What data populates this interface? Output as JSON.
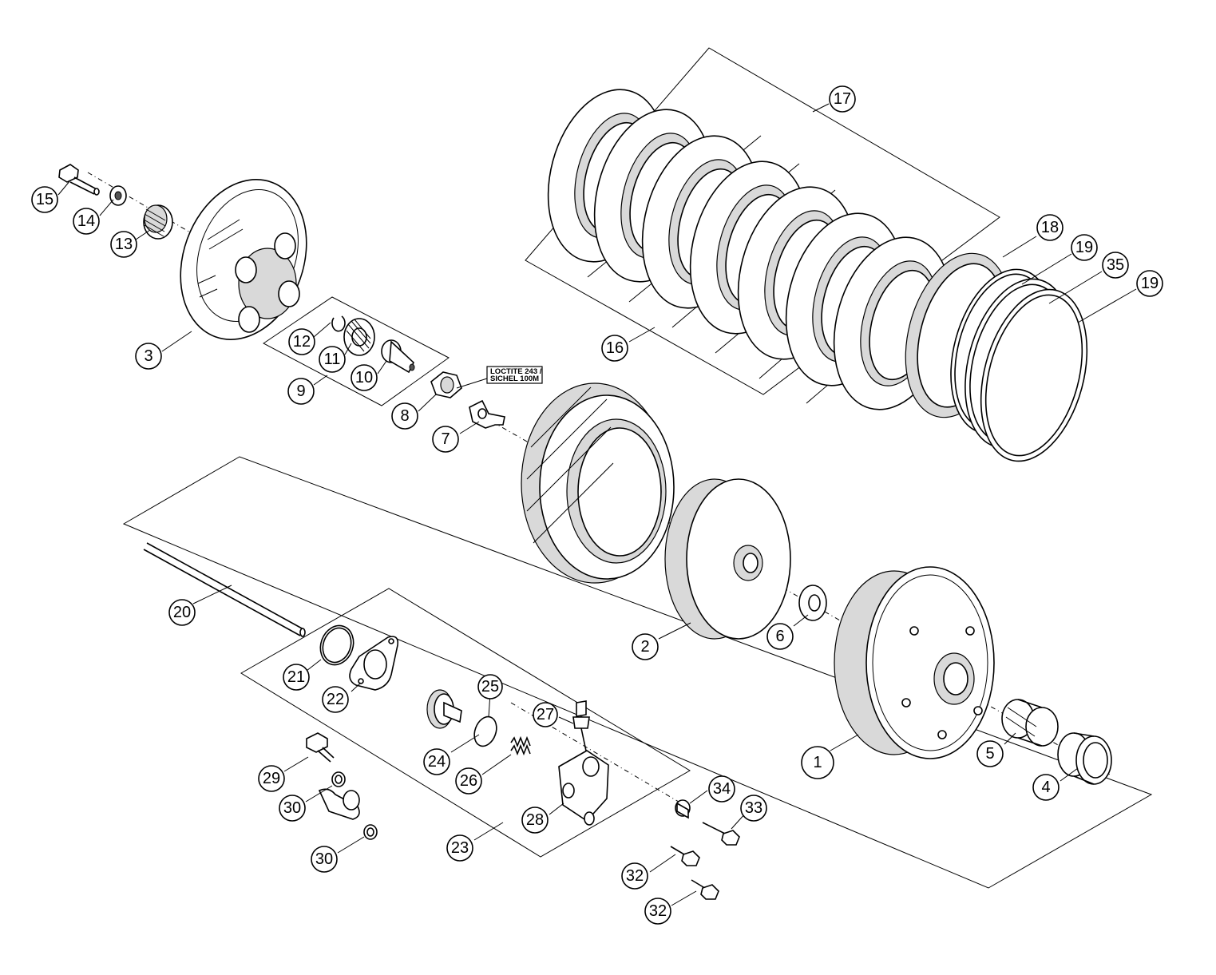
{
  "diagram": {
    "labels": {
      "p1": "1",
      "p2": "2",
      "p3": "3",
      "p4": "4",
      "p5": "5",
      "p6": "6",
      "p7": "7",
      "p8": "8",
      "p9": "9",
      "p10": "10",
      "p11": "11",
      "p12": "12",
      "p13": "13",
      "p14": "14",
      "p15": "15",
      "p16": "16",
      "p17": "17",
      "p18": "18",
      "p19a": "19",
      "p19b": "19",
      "p20": "20",
      "p21": "21",
      "p22": "22",
      "p23": "23",
      "p24": "24",
      "p25": "25",
      "p26": "26",
      "p27": "27",
      "p28": "28",
      "p29": "29",
      "p30a": "30",
      "p30b": "30",
      "p32a": "32",
      "p32b": "32",
      "p33": "33",
      "p34": "34",
      "p35": "35"
    },
    "note": {
      "line1": "LOCTITE 243 /",
      "line2": "SICHEL 100M"
    }
  }
}
